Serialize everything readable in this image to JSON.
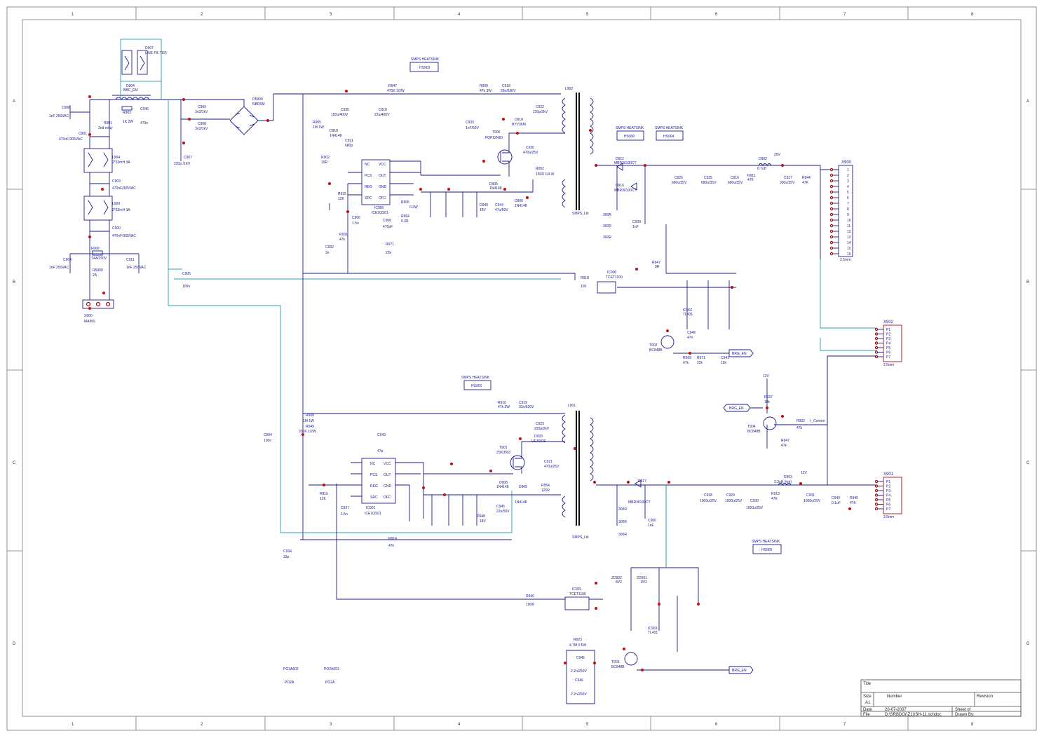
{
  "grid": {
    "columns": [
      "1",
      "2",
      "3",
      "4",
      "5",
      "6",
      "7",
      "8"
    ],
    "rows": [
      "A",
      "B",
      "C",
      "D"
    ]
  },
  "heatsinks": {
    "top_primary": {
      "title": "SMPS HEATSINK",
      "ref": "HS903"
    },
    "top_sec1": {
      "title": "SMPS HEATSINK",
      "ref": "HS900"
    },
    "top_sec2": {
      "title": "SMPS HEATSINK",
      "ref": "HS904"
    },
    "mid_primary": {
      "title": "SMPS HEATSINK",
      "ref": "HS901"
    },
    "bottom_sec": {
      "title": "SMPS HEATSINK",
      "ref": "HS905"
    }
  },
  "input": {
    "relay": {
      "ref": "D907",
      "value": "LINE FIL TER"
    },
    "fuse_conn": {
      "ref": "X900",
      "value": "MAINS"
    },
    "fuse": {
      "ref": "F900",
      "value": "T4A/250V"
    },
    "fuse2": {
      "ref": "R5900",
      "value": "2A"
    },
    "bridge": {
      "ref": "D5900",
      "value": "NBR6M"
    },
    "choke1": {
      "ref": "L904",
      "value": "2*33mH 3A"
    },
    "choke2": {
      "ref": "L900",
      "value": "2*33mH 3A"
    },
    "choke_top": {
      "ref": "D904",
      "value": "BBC_EM"
    },
    "c_x1": {
      "ref": "C900",
      "value": "1nF 250VAC"
    },
    "c_x2": {
      "ref": "C901",
      "value": "470nF/305VAC"
    },
    "c_x3": {
      "ref": "C903",
      "value": "470nF/305VAC"
    },
    "c_x4": {
      "ref": "C900",
      "value": "470nF/305VAC"
    },
    "c_y1": {
      "ref": "C904",
      "value": "1nF 250VAC"
    },
    "c_y2": {
      "ref": "C911",
      "value": "1nF 250VAC"
    },
    "r_top": {
      "ref": "R903",
      "value": "1K 2W"
    },
    "c_top": {
      "ref": "C946",
      "value": "470n"
    },
    "c_b1": {
      "ref": "C909",
      "value": "3n3/1kV"
    },
    "c_b2": {
      "ref": "C908",
      "value": "3n3/1kV"
    },
    "c_b3": {
      "ref": "C907",
      "value": "220p /1KV"
    },
    "c_ntc": {
      "ref": "C905",
      "value": "100n"
    },
    "vdr": {
      "ref": "R901",
      "value": "2nd relay"
    }
  },
  "primary1": {
    "ic": {
      "ref": "IC900",
      "value": "ICE1QS01",
      "pins": [
        "NC",
        "PCS",
        "REG",
        "SRC",
        "VCC",
        "OUT",
        "GND",
        "OFC"
      ]
    },
    "mosfet": {
      "ref": "T900",
      "value": "FQP12N60"
    },
    "transformer": {
      "ref": "L902",
      "value": "SMPS_Lkt"
    },
    "bulk_cap": {
      "ref": "C935",
      "value": "150u/400V"
    },
    "c910": {
      "ref": "C910",
      "value": "22u/400V"
    },
    "r947": {
      "ref": "R947",
      "value": "470K 1/2W"
    },
    "r909": {
      "ref": "R909",
      "value": "47k 3W"
    },
    "c918": {
      "ref": "C918",
      "value": "33n/630V"
    },
    "c922": {
      "ref": "C922",
      "value": "220p/2kV"
    },
    "d910": {
      "ref": "D910",
      "value": "BYV36M"
    },
    "r905": {
      "ref": "R905",
      "value": "1M 1W"
    },
    "d918": {
      "ref": "D918",
      "value": "1N4148"
    },
    "r902": {
      "ref": "R902",
      "value": "10R"
    },
    "c921": {
      "ref": "C921",
      "value": "680p"
    },
    "c930": {
      "ref": "C930",
      "value": "470u/25V"
    },
    "r952": {
      "ref": "R952",
      "value": "150R 1/4 W"
    },
    "d905": {
      "ref": "D905",
      "value": "1N4148"
    },
    "d906": {
      "ref": "D906",
      "value": "1N4148"
    },
    "c944": {
      "ref": "C944",
      "value": "47u/50V"
    },
    "d940": {
      "ref": "D940",
      "value": "18V"
    },
    "r931": {
      "ref": "R931",
      "value": "47k"
    },
    "r971": {
      "ref": "R971",
      "value": "22k"
    },
    "r915": {
      "ref": "R915",
      "value": "12K"
    },
    "c932": {
      "ref": "C932",
      "value": "3n"
    },
    "c906": {
      "ref": "C906",
      "value": "1.5n"
    },
    "c908": {
      "ref": "C908",
      "value": "470pF"
    },
    "r964": {
      "ref": "R964",
      "value": "0.3R"
    },
    "r906": {
      "ref": "R906",
      "value": "0.2W"
    },
    "c933": {
      "ref": "C933",
      "value": "1nF/50V"
    }
  },
  "sec1": {
    "diode1": {
      "ref": "D912",
      "value": "MBR30100CT"
    },
    "diode2": {
      "ref": "D916",
      "value": "MBR30100CT"
    },
    "choke": {
      "ref": "D902",
      "value": "6.7uH"
    },
    "rail": "26V",
    "c926": {
      "ref": "C926",
      "value": "680u/35V"
    },
    "c925": {
      "ref": "C925",
      "value": "680u/35V"
    },
    "c916": {
      "ref": "C916",
      "value": "680u/35V"
    },
    "c917": {
      "ref": "C917",
      "value": "330u/35V"
    },
    "r911": {
      "ref": "R911",
      "value": "47K"
    },
    "r944": {
      "ref": "R944",
      "value": "47K"
    },
    "r_sn": [
      "300R",
      "300R",
      "300R"
    ],
    "c_sn": {
      "ref": "C939",
      "value": "1nF"
    }
  },
  "feedback1": {
    "opto": {
      "ref": "IC900",
      "value": "TCET1100"
    },
    "r918": {
      "ref": "R918",
      "value": "100"
    },
    "r947": {
      "ref": "R947",
      "value": "0R"
    },
    "tl431": {
      "ref": "IC902",
      "value": "TL431"
    },
    "transistor": {
      "ref": "T902",
      "value": "BC848B"
    },
    "r969": {
      "ref": "R969",
      "value": "47k"
    },
    "r971": {
      "ref": "R971",
      "value": "22k"
    },
    "c941": {
      "ref": "C941",
      "value": "10n"
    },
    "c948": {
      "ref": "C948",
      "value": "47n"
    },
    "net": "BRG_EN"
  },
  "conn_x900": {
    "ref": "X900",
    "footer": "2.5mm",
    "pins": [
      "1",
      "2",
      "3",
      "4",
      "5",
      "6",
      "7",
      "8",
      "9",
      "10",
      "11",
      "12",
      "13",
      "14",
      "15",
      "16"
    ]
  },
  "conn_x902": {
    "ref": "X902",
    "footer": "2.5mm",
    "pins": [
      "P1",
      "P2",
      "P3",
      "P4",
      "P5",
      "P6",
      "P7"
    ]
  },
  "conn_x901": {
    "ref": "X901",
    "footer": "2.5mm",
    "pins": [
      "P1",
      "P2",
      "P3",
      "P4",
      "P5",
      "P6",
      "P7"
    ]
  },
  "control": {
    "transistor": {
      "ref": "T904",
      "value": "BC848B"
    },
    "r937": {
      "ref": "R937",
      "value": "10k"
    },
    "r932": {
      "ref": "R932",
      "value": "47k"
    },
    "r947": {
      "ref": "R947",
      "value": "47k"
    },
    "rail": "12V",
    "net_in": "BRG_EN",
    "net_out": "I_Control"
  },
  "primary2": {
    "ic": {
      "ref": "IC901",
      "value": "ICE1QS01",
      "pins": [
        "NC",
        "PCS",
        "REG",
        "SRC",
        "VCC",
        "OUT",
        "GND",
        "OFC"
      ]
    },
    "mosfet": {
      "ref": "T901",
      "value": "2SK3562"
    },
    "transformer": {
      "ref": "L901",
      "value": "SMPS_Lkt"
    },
    "r910": {
      "ref": "R910",
      "value": "47k 3W"
    },
    "c919": {
      "ref": "C919",
      "value": "33n/630V"
    },
    "c923": {
      "ref": "C923",
      "value": "220p/2kV"
    },
    "d933": {
      "ref": "D933",
      "value": "UF4003F"
    },
    "c921b": {
      "ref": "C921",
      "value": "470u/25V"
    },
    "r908": {
      "ref": "R908",
      "value": "1M 1W"
    },
    "r949": {
      "ref": "R949",
      "value": "330K 1/2W"
    },
    "c943": {
      "ref": "C943",
      "value": "47p"
    },
    "r916": {
      "ref": "R916",
      "value": "12K"
    },
    "c937": {
      "ref": "C937",
      "value": "1.5n"
    },
    "r914": {
      "ref": "R914",
      "value": "47k"
    },
    "c934": {
      "ref": "C934",
      "value": "33p"
    },
    "c904": {
      "ref": "C904",
      "value": "100n"
    },
    "d908": {
      "ref": "D908",
      "value": "1N4148"
    },
    "d909": {
      "ref": "D909",
      "value": "1N4148"
    },
    "c945": {
      "ref": "C945",
      "value": "22u/50V"
    },
    "d948": {
      "ref": "D948",
      "value": "18V"
    },
    "r954": {
      "ref": "R954",
      "value": "120R"
    }
  },
  "sec2": {
    "diode": {
      "ref": "D917",
      "value": "MBR30100CT"
    },
    "choke": {
      "ref": "D903",
      "value": "3.3uH (hot)"
    },
    "rail": "12V",
    "c928": {
      "ref": "C928",
      "value": "1000u/25V"
    },
    "c929": {
      "ref": "C929",
      "value": "1000u/25V"
    },
    "c930": {
      "ref": "C930",
      "value": "1000u/25V"
    },
    "c931": {
      "ref": "C931",
      "value": "1000u/25V"
    },
    "c940": {
      "ref": "C940",
      "value": "0.1uF"
    },
    "r913": {
      "ref": "R913",
      "value": "47K"
    },
    "r945": {
      "ref": "R945",
      "value": "47K"
    },
    "r_sn": [
      "300R",
      "300R",
      "300R"
    ],
    "c_sn": {
      "ref": "C960",
      "value": "1nF"
    }
  },
  "feedback2": {
    "opto": {
      "ref": "IC901",
      "value": "TCET1100"
    },
    "r940": {
      "ref": "R940",
      "value": "100R"
    },
    "zener1": {
      "ref": "ZD902",
      "value": "8V2"
    },
    "zener2": {
      "ref": "ZD901",
      "value": "8V2"
    },
    "tl431": {
      "ref": "IC903",
      "value": "TL431"
    },
    "transistor": {
      "ref": "T903",
      "value": "BC848B"
    },
    "r923": {
      "ref": "R923",
      "value": "4.7M 0.5W"
    },
    "c945": {
      "ref": "C945",
      "value": "2.2n/250V"
    },
    "c946": {
      "ref": "C946",
      "value": "2.2n/250V"
    },
    "net": "BRG_EN"
  },
  "misc": {
    "po_a": {
      "ref": "PO2A602",
      "value": "PO2A"
    },
    "po_b": {
      "ref": "PO2A603",
      "value": "PO2A"
    }
  },
  "title_block": {
    "title_label": "Title",
    "size_label": "Size",
    "size": "A1",
    "number_label": "Number",
    "revision_label": "Revision",
    "date_label": "Date",
    "date": "20-07-2007",
    "file_label": "File",
    "file": "D:\\SRBDO(\\Z1)\\SH-11.schdoc",
    "sheet_label": "Sheet of",
    "drawn_label": "Drawn By:"
  }
}
